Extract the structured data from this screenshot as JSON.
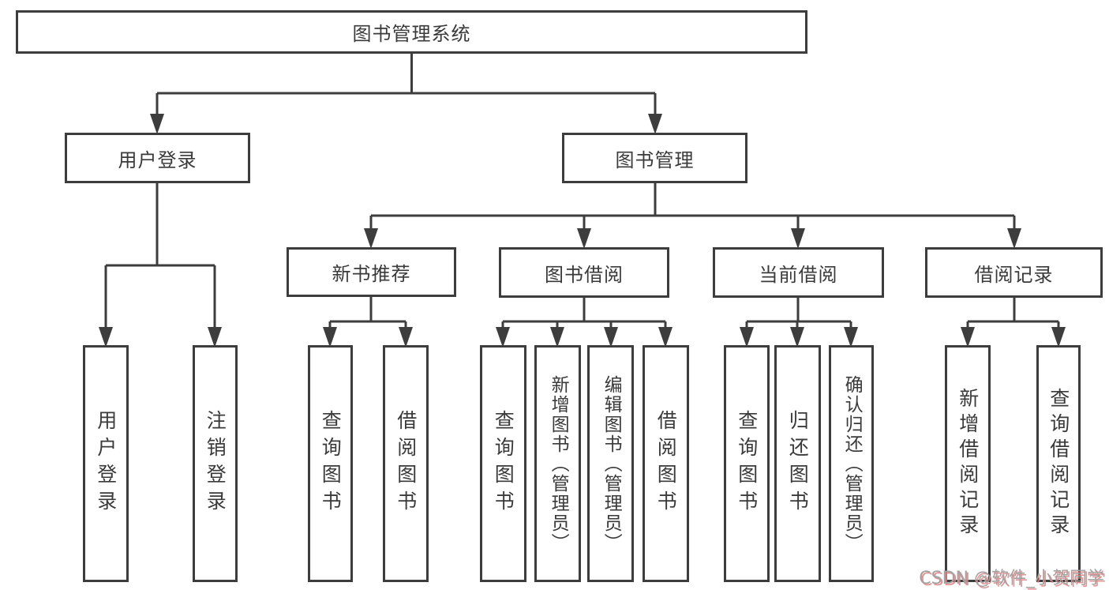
{
  "diagram": {
    "title": "图书管理系统",
    "level2": {
      "user_login": "用户登录",
      "book_management": "图书管理"
    },
    "level3": {
      "new_book_recommend": "新书推荐",
      "book_borrowing": "图书借阅",
      "current_borrowing": "当前借阅",
      "borrow_records": "借阅记录"
    },
    "leaves": {
      "user_login": [
        "用户登录",
        "注销登录"
      ],
      "new_book_recommend": [
        "查询图书",
        "借阅图书"
      ],
      "book_borrowing": [
        "查询图书",
        "新增图书（管理员）",
        "编辑图书（管理员）",
        "借阅图书"
      ],
      "current_borrowing": [
        "查询图书",
        "归还图书",
        "确认归还（管理员）"
      ],
      "borrow_records": [
        "新增借阅记录",
        "查询借阅记录"
      ]
    }
  },
  "watermark": {
    "text": "CSDN @软件_小贺同学"
  },
  "colors": {
    "line": "#3d3d3d",
    "text": "#3a3a3a",
    "background": "#ffffff",
    "watermark_gray": "#a3a3a3",
    "watermark_shadow": "#e07f7f"
  }
}
